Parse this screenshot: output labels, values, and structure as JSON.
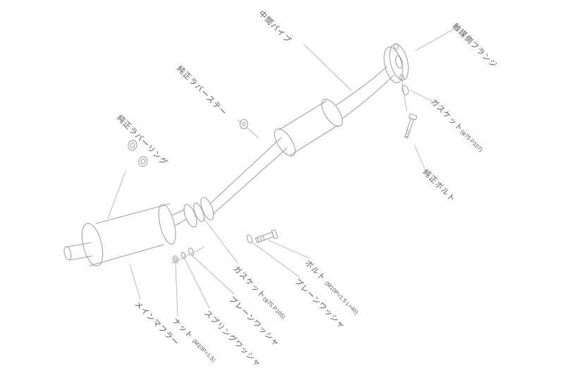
{
  "diagram": {
    "type": "exploded-parts-diagram",
    "subject": "exhaust-system",
    "colors": {
      "background": "#ffffff",
      "line": "#a3a3a3",
      "leader": "#b3b3b3",
      "text": "#595959"
    },
    "labels": [
      {
        "id": "middle-pipe",
        "text": "中間パイプ"
      },
      {
        "id": "catalyst-flange",
        "text": "触媒側フランジ"
      },
      {
        "id": "gasket-p107",
        "text": "ガスケット",
        "sub": "(φ75 P107)"
      },
      {
        "id": "oem-bolt",
        "text": "純正ボルト"
      },
      {
        "id": "oem-rubber-stay",
        "text": "純正ラバーステー"
      },
      {
        "id": "oem-rubber-ring",
        "text": "純正ラバーリング"
      },
      {
        "id": "main-muffler",
        "text": "メインマフラー"
      },
      {
        "id": "nut",
        "text": "ナット ",
        "sub": "(M10P=1.5)"
      },
      {
        "id": "spring-washer",
        "text": "スプリングワッシャ"
      },
      {
        "id": "plain-washer-front",
        "text": "プレーンワッシャ"
      },
      {
        "id": "gasket-p105",
        "text": "ガスケット",
        "sub": "(φ75 P105)"
      },
      {
        "id": "plain-washer-rear",
        "text": "プレーンワッシャ"
      },
      {
        "id": "bolt",
        "text": "ボルト ",
        "sub": "(M10P=1.5 L=40)"
      }
    ]
  }
}
